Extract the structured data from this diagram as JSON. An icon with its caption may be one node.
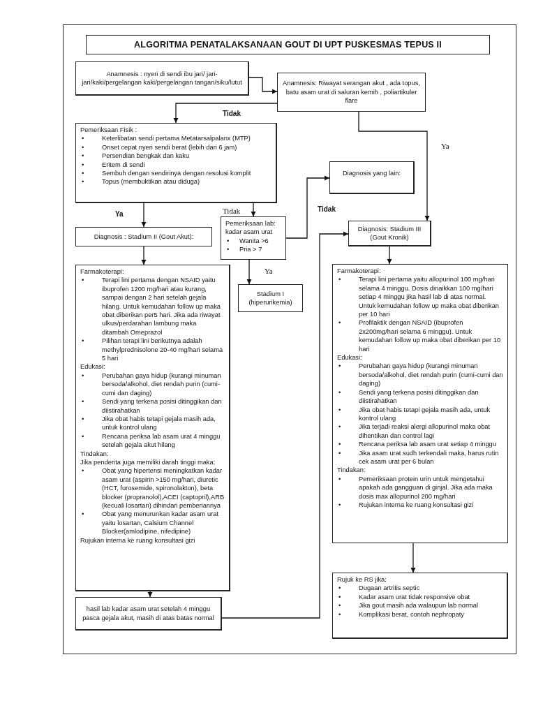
{
  "diagram": {
    "title": "ALGORITMA PENATALAKSANAAN GOUT DI UPT PUSKESMAS TEPUS II",
    "nodes": [
      {
        "text": [
          "Anamnesis : nyeri di sendi ibu jari/ jari-jari/kaki/pergelangan kaki/pergelangan tangan/siku/lutut"
        ]
      },
      {
        "text": [
          "Anamnesis: Riwayat serangan akut , ada topus, batu asam urat di saluran kemih , poliartikuler flare"
        ]
      },
      {
        "text": [
          "Pemeriksaan Fisik :",
          "•",
          "Keterlibatan sendi pertama Metatarsalpalanx (MTP)",
          "•",
          "Onset cepat  nyeri sendi  berat (lebih dari 6 jam)",
          "•",
          "Persendian bengkak dan kaku",
          "•",
          "Eritem di sendi",
          "•",
          "Sembuh dengan sendirinya dengan resolusi komplit",
          "•",
          "Topus (membuktikan atau diduga)"
        ]
      },
      {
        "text": [
          "Diagnosis yang lain:"
        ]
      },
      {
        "text": [
          "Diagnosis : Stadium II  (Gout Akut):"
        ]
      },
      {
        "text": [
          "Pemeriksaan lab: kadar asam urat",
          "•",
          "Wanita >6",
          "•",
          "Pria > 7"
        ]
      },
      {
        "text": [
          "Diagnosis: Stadium III (Gout Kronik)"
        ]
      },
      {
        "text": [
          "Stadium I (hiperurikemia)"
        ]
      },
      {
        "text": [
          "Farmakoterapi:",
          "•",
          "Terapi lini pertama dengan NSAID yaitu ibuprofen 1200 mg/hari atau kurang, sampai dengan 2 hari setelah gejala hilang. Untuk kemudahan follow up maka obat diberikan per5 hari. Jika ada riwayat ulkus/perdarahan lambung maka ditambah Omeprazol",
          "•",
          "Pilihan terapi lini berikutnya adalah methylprednisolone 20-40 mg/hari selama 5 hari",
          "Edukasi:",
          "•",
          "Perubahan gaya hidup (kurangi minuman bersoda/alkohol, diet rendah purin (cumi-cumi dan daging)",
          "•",
          "Sendi yang terkena posisi ditinggikan dan diistirahatkan",
          "•",
          "Jika obat habis tetapi gejala masih ada, untuk kontrol ulang",
          "•",
          "Rencana  periksa lab asam urat 4 minggu setelah gejala akut hilang",
          "Tindakan:",
          "Jika penderita juga memiliki darah tinggi maka:",
          "•",
          "Obat yang hipertensi meningkatkan kadar asam urat (aspirin >150 mg/hari, diuretic (HCT, furosemide, spironolakton), beta blocker (propranolol),ACEI (captopril),ARB (kecuali losartan) dihindari pemberiannya",
          "•",
          "Obat yang menurunkan kadar asam urat yaitu losartan, Calsium Channel Blocker(amlodipine, nifedipine)",
          "Rujukan interna ke ruang konsultasi gizi"
        ]
      },
      {
        "text": [
          "Farmakoterapi:",
          "•",
          "Terapi lini pertama yaitu allopurinol 100 mg/hari selama 4 minggu. Dosis dinaikkan 100 mg/hari setiap 4 minggu jika hasil lab di atas normal. Untuk kemudahan follow up maka obat diberikan per 10 hari",
          "•",
          "Profilaktik dengan NSAID (ibuprofen 2x200mg/hari selama 6 minggu). Untuk kemudahan follow up maka obat diberikan per 10 hari",
          "Edukasi:",
          "•",
          "Perubahan gaya hidup (kurangi minuman bersoda/alkohol, diet rendah purin (cumi-cumi dan daging)",
          "•",
          "Sendi yang terkena posisi ditinggikan dan diistirahatkan",
          "•",
          "Jika obat habis tetapi gejala masih ada, untuk kontrol ulang",
          "•",
          "Jika terjadi reaksi alergi allopurinol maka obat dihentikan dan control lagi",
          "•",
          "Rencana  periksa lab asam urat  setiap 4 minggu",
          "•",
          "Jika asam urat sudh terkendali maka, harus rutin cek asam urat per 6 bulan",
          "Tindakan:",
          "•",
          "Pemeriksaan protein urin untuk mengetahui apakah ada gangguan di ginjal. Jika ada maka dosis max allopurinol 200 mg/hari",
          "•",
          "Rujukan interna ke ruang konsultasi gizi"
        ]
      },
      {
        "text": [
          "hasil lab kadar asam urat setelah  4 minggu pasca gejala akut, masih di atas batas normal"
        ]
      },
      {
        "text": [
          "Rujuk ke RS jika:",
          "•",
          "Dugaan artritis septic",
          "•",
          "Kadar asam urat tidak responsive obat",
          "•",
          "Jika gout masih ada walaupun lab normal",
          "•",
          "Komplikasi berat, contoh nephropaty"
        ]
      }
    ],
    "edges": [
      {
        "from": 0,
        "to": 1,
        "arrow": "to"
      },
      {
        "from": 1,
        "to": 2,
        "arrow": "to",
        "label": "Tidak"
      },
      {
        "from": 1,
        "to": 6,
        "arrow": "to",
        "label": "Ya"
      },
      {
        "from": 2,
        "to": 4,
        "arrow": "to",
        "label": "Ya"
      },
      {
        "from": 2,
        "to": 5,
        "arrow": "to",
        "label": "Tidak"
      },
      {
        "from": 5,
        "to": 3,
        "arrow": "to",
        "label": "Tidak"
      },
      {
        "from": 5,
        "to": 7,
        "arrow": "to",
        "label": "Ya"
      },
      {
        "from": 4,
        "to": 8,
        "arrow": "to"
      },
      {
        "from": 6,
        "to": 9,
        "arrow": "to"
      },
      {
        "from": 8,
        "to": 10,
        "arrow": "to"
      },
      {
        "from": 10,
        "to": 6,
        "arrow": "to"
      },
      {
        "from": 9,
        "to": 11,
        "arrow": "to"
      }
    ]
  }
}
